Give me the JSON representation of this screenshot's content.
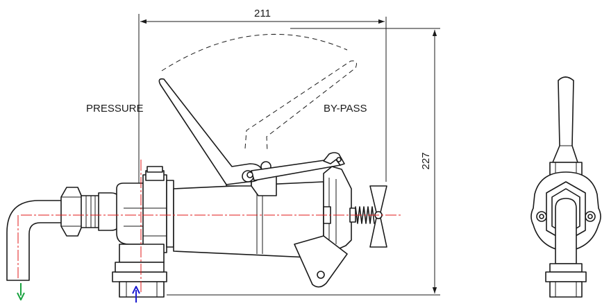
{
  "labels": {
    "width_dimension": "211",
    "height_dimension": "227",
    "pressure": "PRESSURE",
    "bypass": "BY-PASS"
  },
  "colors": {
    "outlet_arrow": "#1aa340",
    "inlet_arrow": "#1a1ad0",
    "centerline": "#e01818",
    "line": "#1a1a1a"
  }
}
